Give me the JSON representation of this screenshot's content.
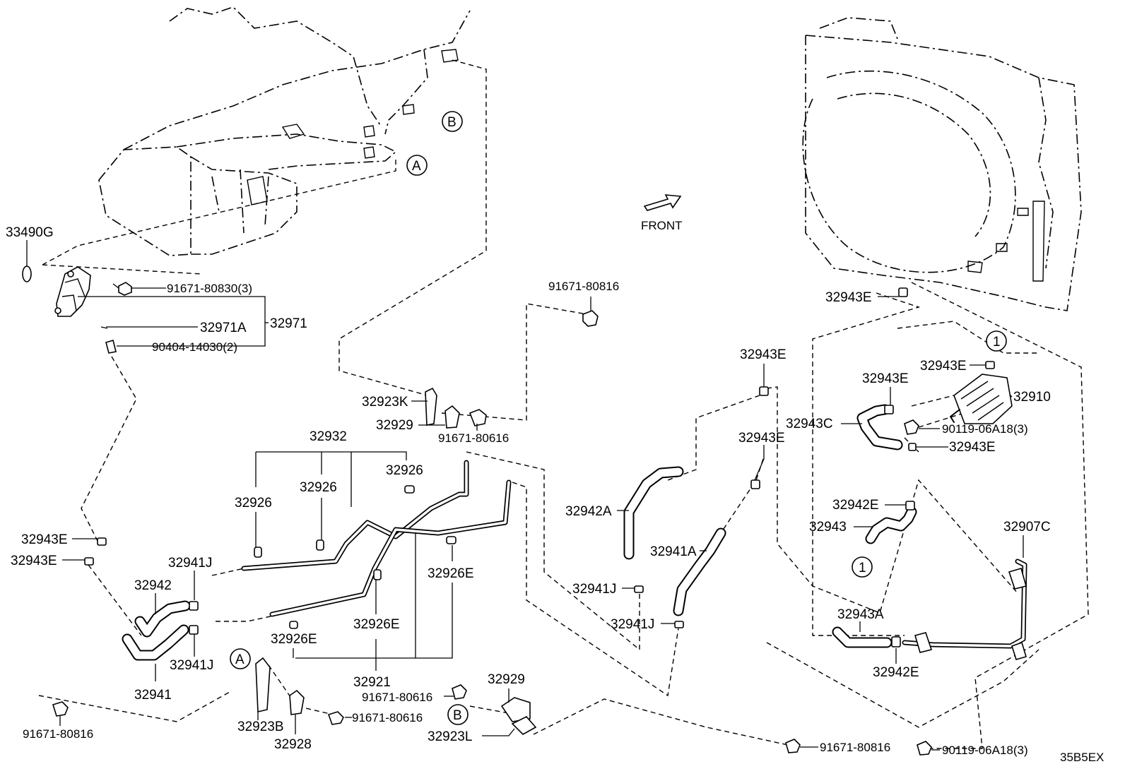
{
  "diagram": {
    "front_label": "FRONT",
    "ref_a": "A",
    "ref_b": "B",
    "ref_1": "1",
    "code": "35B5EX"
  },
  "parts": {
    "p33490G": "33490G",
    "p91671_80830_3": "91671-80830(3)",
    "p32971": "32971",
    "p32971A": "32971A",
    "p90404_14030_2": "90404-14030(2)",
    "p91671_80816_top": "91671-80816",
    "p32923K": "32923K",
    "p32929_top": "32929",
    "p91671_80616_top": "91671-80616",
    "p32932": "32932",
    "p32926_a": "32926",
    "p32926_b": "32926",
    "p32926_c": "32926",
    "p32926E_a": "32926E",
    "p32926E_b": "32926E",
    "p32926E_c": "32926E",
    "p32921": "32921",
    "p32943E_left1": "32943E",
    "p32943E_left2": "32943E",
    "p32942": "32942",
    "p32941J_a": "32941J",
    "p32941J_b": "32941J",
    "p32941": "32941",
    "p91671_80816_left": "91671-80816",
    "p32923B": "32923B",
    "p32928": "32928",
    "p91671_80616_mid": "91671-80616",
    "p91671_80616_low": "91671-80616",
    "p32929_low": "32929",
    "p32923L": "32923L",
    "p32942A": "32942A",
    "p32941A": "32941A",
    "p32941J_c": "32941J",
    "p32941J_d": "32941J",
    "p32943E_mid1": "32943E",
    "p32943E_mid2": "32943E",
    "p32943E_right_top": "32943E",
    "p32943E_r1": "32943E",
    "p32943E_r2": "32943E",
    "p32910": "32910",
    "p32943C": "32943C",
    "p90119_06A18_3_a": "90119-06A18(3)",
    "p32943E_r3": "32943E",
    "p32942E_a": "32942E",
    "p32943": "32943",
    "p32907C": "32907C",
    "p32943A": "32943A",
    "p32942E_b": "32942E",
    "p91671_80816_bottom": "91671-80816",
    "p90119_06A18_3_b": "90119-06A18(3)"
  }
}
